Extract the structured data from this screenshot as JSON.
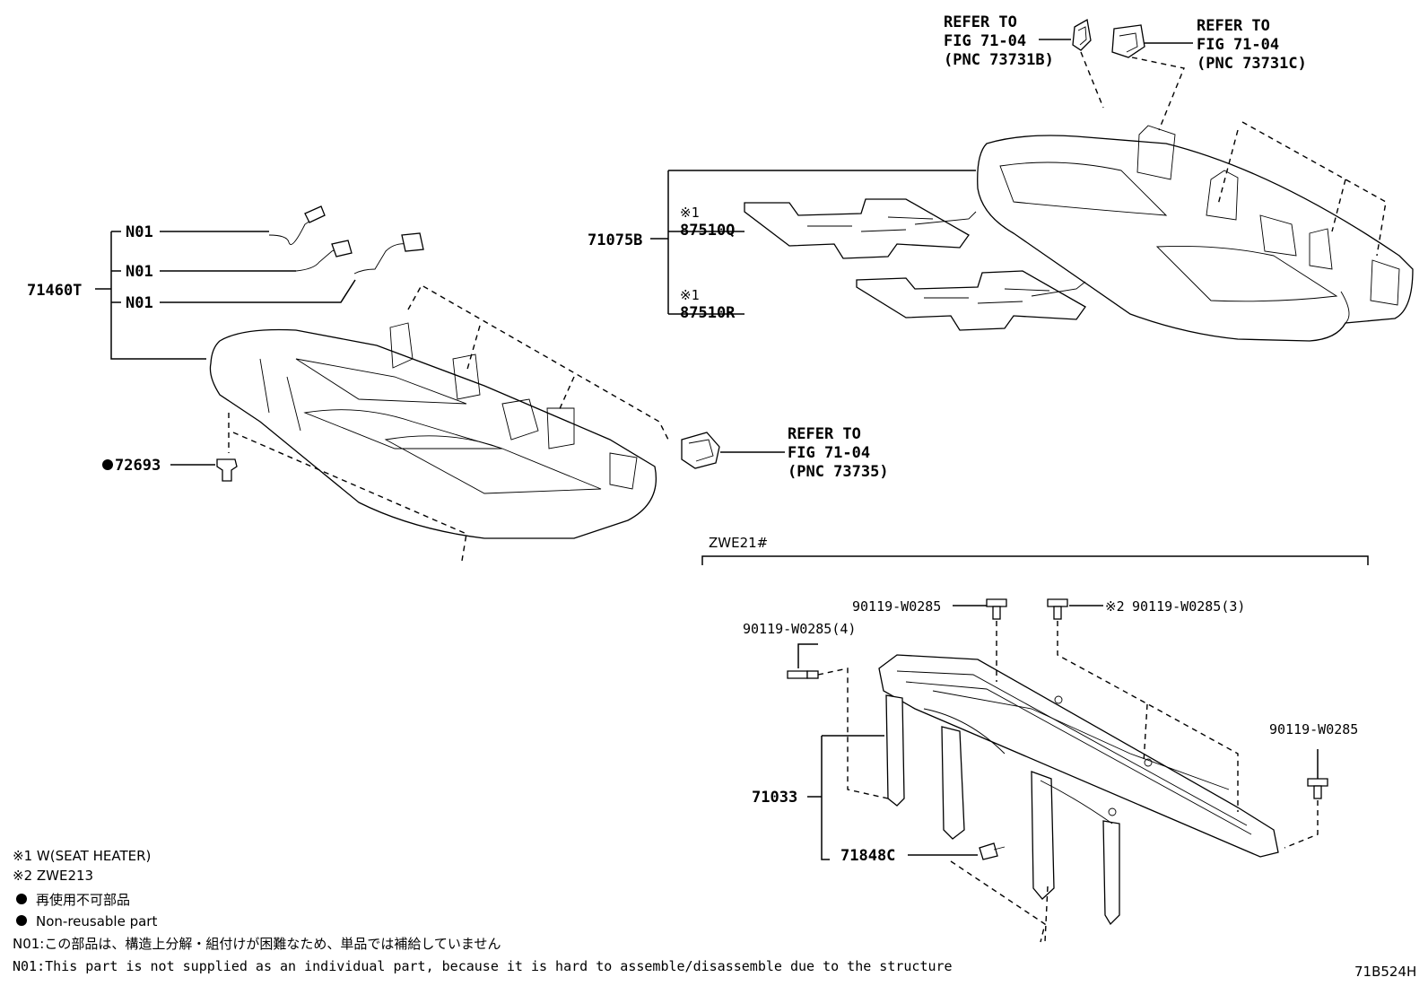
{
  "callouts": {
    "refer_top_left": [
      "REFER TO",
      "FIG 71-04",
      "(PNC 73731B)"
    ],
    "refer_top_right": [
      "REFER TO",
      "FIG 71-04",
      "(PNC 73731C)"
    ],
    "refer_mid": [
      "REFER TO",
      "FIG 71-04",
      "(PNC 73735)"
    ],
    "p71075B": "71075B",
    "p87510Q": "87510Q",
    "p87510R": "87510R",
    "note_mark_1": "※1",
    "p71460T": "71460T",
    "n01": "N01",
    "p72693": "72693",
    "zwe21": "ZWE21#",
    "bolt_a": "90119-W0285",
    "bolt_b_mark": "※2",
    "bolt_b": "90119-W0285(3)",
    "bolt_c": "90119-W0285(4)",
    "bolt_d": "90119-W0285",
    "p71033": "71033",
    "p71848C": "71848C"
  },
  "legend": {
    "l1": "※1  W(SEAT HEATER)",
    "l2": "※2  ZWE213",
    "l3": "再使用不可部品",
    "l4": "Non-reusable part",
    "l5": "N01:この部品は、構造上分解・組付けが困難なため、単品では補給していません",
    "l6": "N01:This part is not supplied as an individual part, because it is hard to assemble/disassemble due to the structure"
  },
  "figure_id": "71B524H"
}
